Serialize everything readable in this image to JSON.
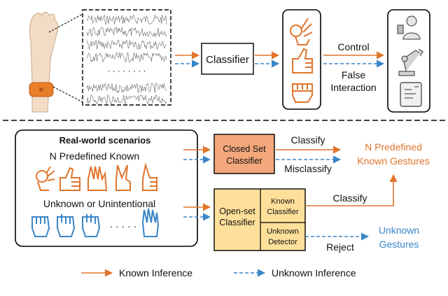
{
  "top_panel": {
    "classifier_label": "Classifier",
    "control_label": "Control",
    "false_interaction_label_1": "False",
    "false_interaction_label_2": "Interaction",
    "signal_ellipsis": "· · · ·   · · · ·"
  },
  "bottom_panel": {
    "scenarios_title": "Real-world scenarios",
    "known_title": "N Predefined Known",
    "unknown_title": "Unknown or Unintentional",
    "unknown_ellipsis": "· · · · ·",
    "closed_set_line1": "Closed Set",
    "closed_set_line2": "Classifier",
    "classify_label_top": "Classify",
    "misclassify_label": "Misclassify",
    "known_output_line1": "N Predefined",
    "known_output_line2": "Known Gestures",
    "open_set_line1": "Open-set",
    "open_set_line2": "Classifier",
    "known_classifier_line1": "Known",
    "known_classifier_line2": "Classifier",
    "unknown_detector_line1": "Unknown",
    "unknown_detector_line2": "Detector",
    "classify_label_bottom": "Classify",
    "reject_label": "Reject",
    "unknown_output_line1": "Unknown",
    "unknown_output_line2": "Gestures"
  },
  "legend": {
    "known_inference": "Known Inference",
    "unknown_inference": "Unknown Inference"
  },
  "colors": {
    "known": "#e0752d",
    "unknown": "#3a86c8",
    "closed_set_fill": "#f4a77a",
    "open_set_fill": "#ffe09a",
    "box_stroke": "#000000",
    "text": "#111111"
  }
}
